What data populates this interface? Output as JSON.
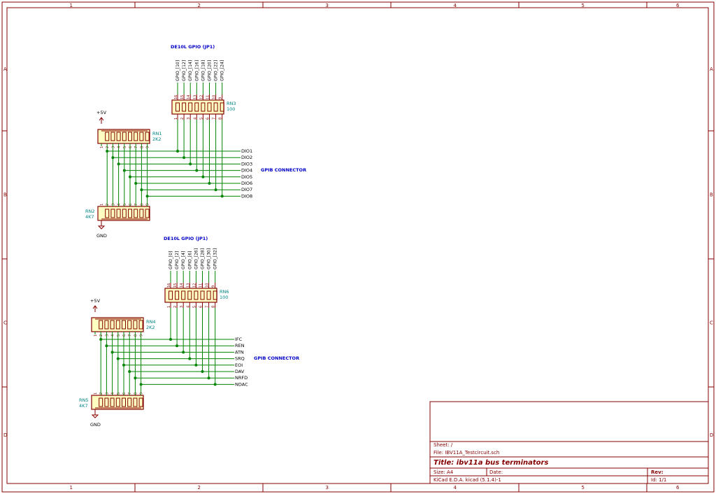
{
  "border": {
    "cols": [
      "1",
      "2",
      "3",
      "4",
      "5",
      "6"
    ],
    "rows": [
      "A",
      "B",
      "C",
      "D"
    ]
  },
  "title_block": {
    "sheet": "Sheet: /",
    "file": "File: IBV11A_Testcircuit.sch",
    "title": "Title: ibv11a bus terminators",
    "size": "Size: A4",
    "date": "Date:",
    "rev": "Rev:",
    "tool": "KiCad E.D.A.  kicad (5.1.4)-1",
    "id": "Id: 1/1"
  },
  "top": {
    "header": "DE10L GPIO (JP1)",
    "connector_note": "GPIB CONNECTOR",
    "gpio_labels": [
      "GPIO_[10]",
      "GPIO_[12]",
      "GPIO_[14]",
      "GPIO_[16]",
      "GPIO_[18]",
      "GPIO_[20]",
      "GPIO_[22]",
      "GPIO_[24]"
    ],
    "bus_labels": [
      "DIO1",
      "DIO2",
      "DIO3",
      "DIO4",
      "DIO5",
      "DIO6",
      "DIO7",
      "DIO8"
    ],
    "rn_top": {
      "ref": "RN3",
      "value": "100"
    },
    "rn_pull_up": {
      "ref": "RN1",
      "value": "2K2"
    },
    "rn_pull_down": {
      "ref": "RN2",
      "value": "4K7"
    },
    "vcc": "+5V",
    "gnd": "GND"
  },
  "bottom": {
    "header": "DE10L GPIO (JP1)",
    "connector_note": "GPIB CONNECTOR",
    "gpio_labels": [
      "GPIO_[0]",
      "GPIO_[2]",
      "GPIO_[4]",
      "GPIO_[6]",
      "GPIO_[26]",
      "GPIO_[28]",
      "GPIO_[30]",
      "GPIO_[32]"
    ],
    "bus_labels": [
      "IFC",
      "REN",
      "ATN",
      "SRQ",
      "EOI",
      "DAV",
      "NRFD",
      "NDAC"
    ],
    "rn_top": {
      "ref": "RN6",
      "value": "100"
    },
    "rn_pull_up": {
      "ref": "RN4",
      "value": "2K2"
    },
    "rn_pull_down": {
      "ref": "RN5",
      "value": "4K7"
    },
    "vcc": "+5V",
    "gnd": "GND"
  },
  "pin_numbers": {
    "top_row": [
      "16",
      "15",
      "14",
      "13",
      "12",
      "11",
      "10",
      "9"
    ],
    "bottom_row": [
      "1",
      "2",
      "3",
      "4",
      "5",
      "6",
      "7",
      "8"
    ],
    "sip_pins": [
      "1",
      "2",
      "3",
      "4",
      "5",
      "6",
      "7",
      "8",
      "9"
    ]
  }
}
